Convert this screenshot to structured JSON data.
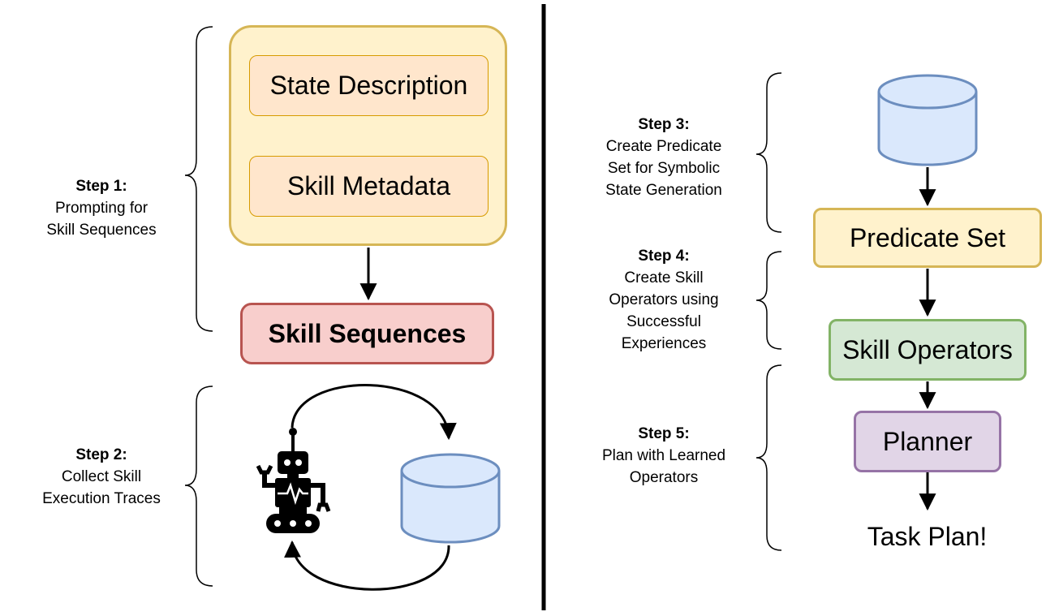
{
  "left": {
    "state_description": "State Description",
    "skill_metadata": "Skill Metadata",
    "skill_sequences": "Skill Sequences",
    "step1": {
      "title": "Step 1:",
      "lines": [
        "Prompting for",
        "Skill Sequences"
      ]
    },
    "step2": {
      "title": "Step 2:",
      "lines": [
        "Collect Skill",
        "Execution Traces"
      ]
    }
  },
  "right": {
    "step3": {
      "title": "Step 3:",
      "lines": [
        "Create Predicate",
        "Set for Symbolic",
        "State Generation"
      ]
    },
    "step4": {
      "title": "Step 4:",
      "lines": [
        "Create Skill",
        "Operators using",
        "Successful",
        "Experiences"
      ]
    },
    "step5": {
      "title": "Step 5:",
      "lines": [
        "Plan with Learned",
        "Operators"
      ]
    },
    "predicate_set": "Predicate Set",
    "skill_operators": "Skill Operators",
    "planner": "Planner",
    "task_plan": "Task Plan!"
  },
  "colors": {
    "yellow_fill": "#fff2cc",
    "yellow_stroke": "#d6b656",
    "orange_fill": "#ffe6cc",
    "orange_stroke": "#d79b00",
    "red_fill": "#f8cecc",
    "red_stroke": "#b85450",
    "green_fill": "#d5e8d4",
    "green_stroke": "#82b366",
    "purple_fill": "#e1d5e7",
    "purple_stroke": "#9673a6",
    "db_fill": "#dae8fc",
    "db_stroke": "#6c8ebf"
  },
  "icons": [
    "database-icon",
    "robot-icon"
  ]
}
